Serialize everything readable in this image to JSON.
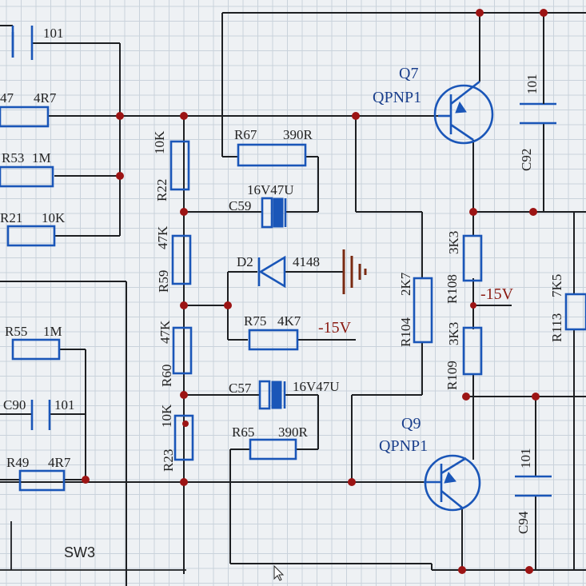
{
  "components": {
    "c_top_left": {
      "value": "101"
    },
    "r47": {
      "ref": "47",
      "value": "4R7"
    },
    "r53": {
      "ref": "R53",
      "value": "1M"
    },
    "r21": {
      "ref": "R21",
      "value": "10K"
    },
    "r22": {
      "ref": "R22",
      "value": "10K"
    },
    "r59": {
      "ref": "R59",
      "value": "47K"
    },
    "r60": {
      "ref": "R60",
      "value": "47K"
    },
    "r23": {
      "ref": "R23",
      "value": "10K"
    },
    "r67": {
      "ref": "R67",
      "value": "390R"
    },
    "c59": {
      "ref": "C59",
      "value": "16V47U"
    },
    "d2": {
      "ref": "D2",
      "value": "4148"
    },
    "r75": {
      "ref": "R75",
      "value": "4K7"
    },
    "c57": {
      "ref": "C57",
      "value": "16V47U"
    },
    "r65": {
      "ref": "R65",
      "value": "390R"
    },
    "r104": {
      "ref": "R104",
      "value": "2K7"
    },
    "r108": {
      "ref": "R108",
      "value": "3K3"
    },
    "r109": {
      "ref": "R109",
      "value": "3K3"
    },
    "r113": {
      "ref": "R113",
      "value": "7K5"
    },
    "q7": {
      "ref": "Q7",
      "value": "QPNP1"
    },
    "q9": {
      "ref": "Q9",
      "value": "QPNP1"
    },
    "c92": {
      "ref": "C92",
      "value": "101"
    },
    "c94": {
      "ref": "C94",
      "value": "101"
    },
    "r55": {
      "ref": "R55",
      "value": "1M"
    },
    "c90": {
      "ref": "C90",
      "value": "101"
    },
    "r49": {
      "ref": "R49",
      "value": "4R7"
    }
  },
  "nets": {
    "neg15_a": "-15V",
    "neg15_b": "-15V"
  },
  "sheet": {
    "sw3": "SW3"
  },
  "colors": {
    "background": "#eef1f4",
    "grid": "#c9d2db",
    "wire": "#1d1f22",
    "component": "#1a56b8",
    "junction": "#9c1414",
    "net_label": "#8a1a12"
  }
}
